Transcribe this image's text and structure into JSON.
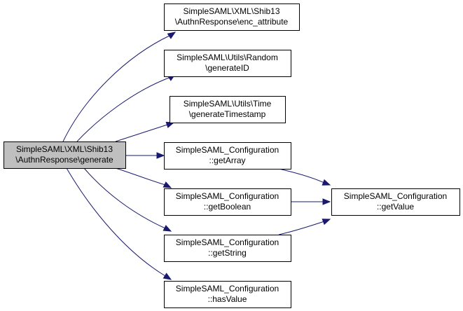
{
  "diagram": {
    "nodes": [
      {
        "id": "generate",
        "lines": [
          "SimpleSAML\\XML\\Shib13",
          "\\AuthnResponse\\generate"
        ],
        "highlight": true
      },
      {
        "id": "enc_attribute",
        "lines": [
          "SimpleSAML\\XML\\Shib13",
          "\\AuthnResponse\\enc_attribute"
        ],
        "highlight": false
      },
      {
        "id": "generateID",
        "lines": [
          "SimpleSAML\\Utils\\Random",
          "\\generateID"
        ],
        "highlight": false
      },
      {
        "id": "generateTimestamp",
        "lines": [
          "SimpleSAML\\Utils\\Time",
          "\\generateTimestamp"
        ],
        "highlight": false
      },
      {
        "id": "getArray",
        "lines": [
          "SimpleSAML_Configuration",
          "::getArray"
        ],
        "highlight": false
      },
      {
        "id": "getBoolean",
        "lines": [
          "SimpleSAML_Configuration",
          "::getBoolean"
        ],
        "highlight": false
      },
      {
        "id": "getString",
        "lines": [
          "SimpleSAML_Configuration",
          "::getString"
        ],
        "highlight": false
      },
      {
        "id": "hasValue",
        "lines": [
          "SimpleSAML_Configuration",
          "::hasValue"
        ],
        "highlight": false
      },
      {
        "id": "getValue",
        "lines": [
          "SimpleSAML_Configuration",
          "::getValue"
        ],
        "highlight": false
      }
    ],
    "edges": [
      {
        "from": "generate",
        "to": "enc_attribute"
      },
      {
        "from": "generate",
        "to": "generateID"
      },
      {
        "from": "generate",
        "to": "generateTimestamp"
      },
      {
        "from": "generate",
        "to": "getArray"
      },
      {
        "from": "generate",
        "to": "getBoolean"
      },
      {
        "from": "generate",
        "to": "getString"
      },
      {
        "from": "generate",
        "to": "hasValue"
      },
      {
        "from": "getArray",
        "to": "getValue"
      },
      {
        "from": "getBoolean",
        "to": "getValue"
      },
      {
        "from": "getString",
        "to": "getValue"
      }
    ],
    "colors": {
      "edge": "#191970",
      "node_fill": "#ffffff",
      "highlight_fill": "#bfbfbf",
      "border": "#000000"
    }
  }
}
